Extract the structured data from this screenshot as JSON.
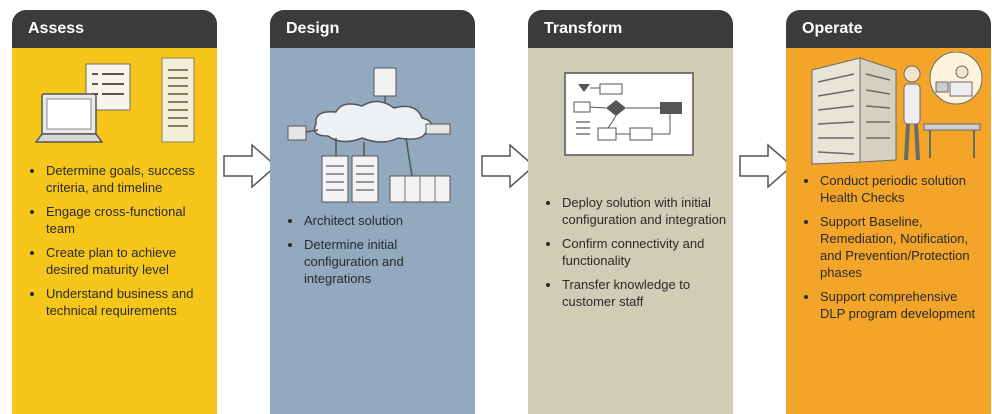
{
  "phases": [
    {
      "title": "Assess",
      "bullets": [
        "Determine goals, success criteria, and timeline",
        "Engage cross-functional team",
        "Create plan to achieve desired maturity level",
        "Understand business and technical requirements"
      ],
      "icon": "laptop-and-documents-icon"
    },
    {
      "title": "Design",
      "bullets": [
        "Architect solution",
        "Determine initial configuration and integrations"
      ],
      "icon": "network-architecture-icon"
    },
    {
      "title": "Transform",
      "bullets": [
        "Deploy solution with initial configuration and integration",
        "Confirm connectivity and functionality",
        "Transfer knowledge to customer staff"
      ],
      "icon": "flowchart-icon"
    },
    {
      "title": "Operate",
      "bullets": [
        "Conduct periodic solution Health Checks",
        "Support Baseline, Remediation, Notification, and Prevention/Protection phases",
        "Support comprehensive DLP program development"
      ],
      "icon": "operator-and-servers-icon"
    }
  ],
  "colors": {
    "header": "#3b3b3b",
    "assess": "#f6c61a",
    "design": "#92a9bf",
    "transform": "#cfcdb5",
    "operate": "#f3a52a"
  }
}
